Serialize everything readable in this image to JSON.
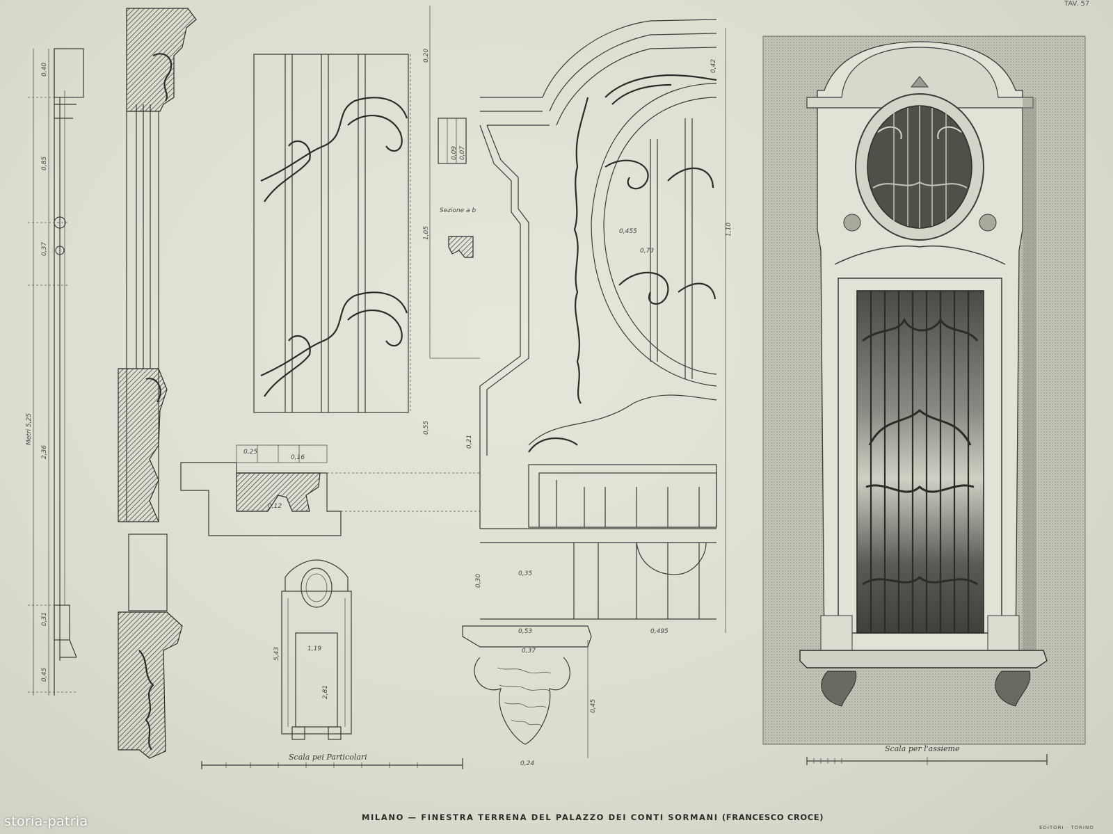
{
  "plate": {
    "plate_number": "TAV. 57",
    "caption_main": "MILANO — FINESTRA TERRENA DEL PALAZZO DEI CONTI SORMANI",
    "caption_author": "(FRANCESCO CROCE)",
    "publisher_mark": "EDITORI · TORINO"
  },
  "labels": {
    "scale_details": "Scala pei Particolari",
    "scale_ensemble": "Scala per l'assieme",
    "section_ab": "Sezione a b",
    "metres": "Metri 5,25"
  },
  "dimensions": {
    "d1": "0,40",
    "d2": "0,85",
    "d3": "0,37",
    "d4": "2,36",
    "d5": "0,31",
    "d6": "0,45",
    "d7": "0,20",
    "d8": "1,05",
    "d9": "0,55",
    "d10": "0,21",
    "d11": "0,42",
    "d12": "1,10",
    "d13": "0,455",
    "d14": "0,73",
    "d15": "0,35",
    "d16": "0,30",
    "d17": "0,53",
    "d18": "0,495",
    "d19": "0,37",
    "d20": "0,45",
    "d21": "0,24",
    "d22": "5,43",
    "d23": "1,19",
    "d24": "2,81",
    "d25": "0,25",
    "d26": "0,12",
    "d27": "0,16",
    "d28": "0,09",
    "d29": "0,07"
  },
  "watermark": "storia-patria"
}
